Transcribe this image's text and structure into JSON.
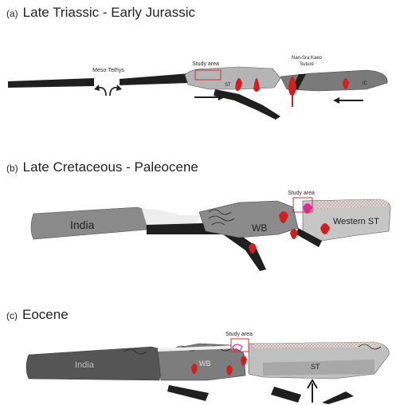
{
  "panels": [
    {
      "letter": "(a)",
      "age": "Late Triassic - Early Jurassic",
      "labels": {
        "ocean": "Meso-Tethys",
        "study_area": "Study area",
        "terrane_st": "ST",
        "terrane_ic": "IC",
        "suture_line1": "Nan-Sra Kaeo",
        "suture_line2": "Suture"
      }
    },
    {
      "letter": "(b)",
      "age": "Late Cretaceous - Paleocene",
      "labels": {
        "india": "India",
        "wb": "WB",
        "study_area": "Study area",
        "western_st": "Western ST"
      }
    },
    {
      "letter": "(c)",
      "age": "Eocene",
      "labels": {
        "india": "India",
        "wb": "WB",
        "study_area": "Study area",
        "st": "ST"
      }
    }
  ],
  "colors": {
    "slab_black": "#1f1f1f",
    "crust_light": "#b5b5b5",
    "crust_mid": "#9a9a9a",
    "crust_dark": "#6e6e6e",
    "india_gray": "#8a8a8a",
    "wb_gray": "#7d7d7d",
    "st_light": "#c4c4c4",
    "magma_red": "#d11e1e",
    "study_box": "#d0303a",
    "pink_intrusion": "#e02a9a",
    "sediment": "#e6e6e6",
    "stipple_brown": "#a58d8d"
  }
}
